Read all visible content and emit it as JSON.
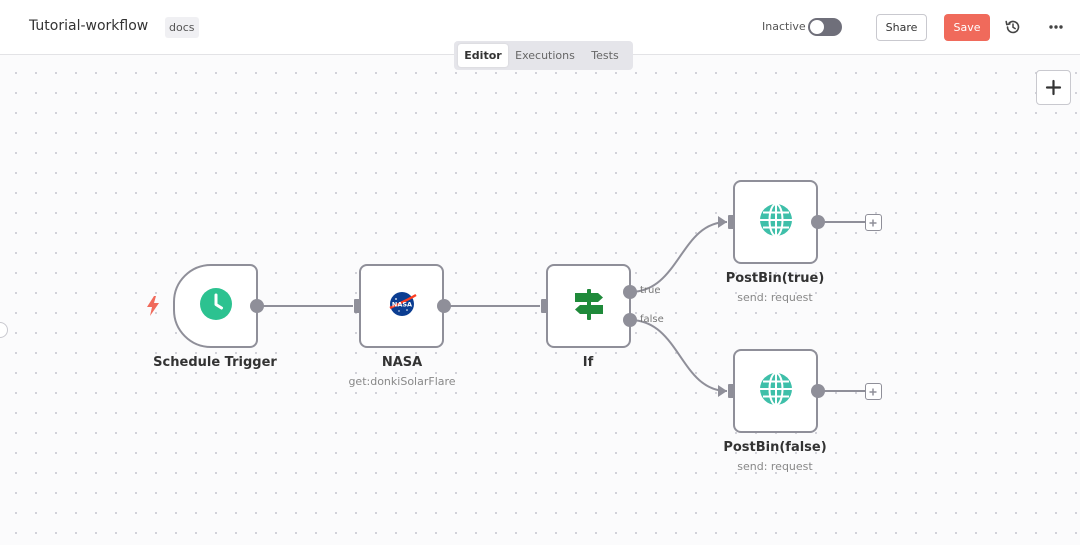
{
  "header": {
    "workflow_title": "Tutorial-workflow",
    "tag": "docs",
    "active_status_label": "Inactive",
    "active": false,
    "share_label": "Share",
    "save_label": "Save"
  },
  "tabs": [
    {
      "label": "Editor",
      "active": true
    },
    {
      "label": "Executions",
      "active": false
    },
    {
      "label": "Tests",
      "active": false
    }
  ],
  "nodes": {
    "schedule": {
      "label": "Schedule Trigger",
      "icon": "clock-icon"
    },
    "nasa": {
      "label": "NASA",
      "subtitle": "get:donkiSolarFlare",
      "icon": "nasa-logo-icon"
    },
    "if": {
      "label": "If",
      "icon": "signpost-icon",
      "true_label": "true",
      "false_label": "false"
    },
    "postbin_true": {
      "label": "PostBin(true)",
      "subtitle": "send: request",
      "icon": "globe-icon"
    },
    "postbin_false": {
      "label": "PostBin(false)",
      "subtitle": "send: request",
      "icon": "globe-icon"
    }
  },
  "colors": {
    "save": "#f06a5b",
    "trigger_bolt": "#f06a5b",
    "clock": "#2cc290",
    "signpost": "#1f8a3a",
    "globe": "#3ebfa9",
    "edge": "#8f8f99"
  }
}
